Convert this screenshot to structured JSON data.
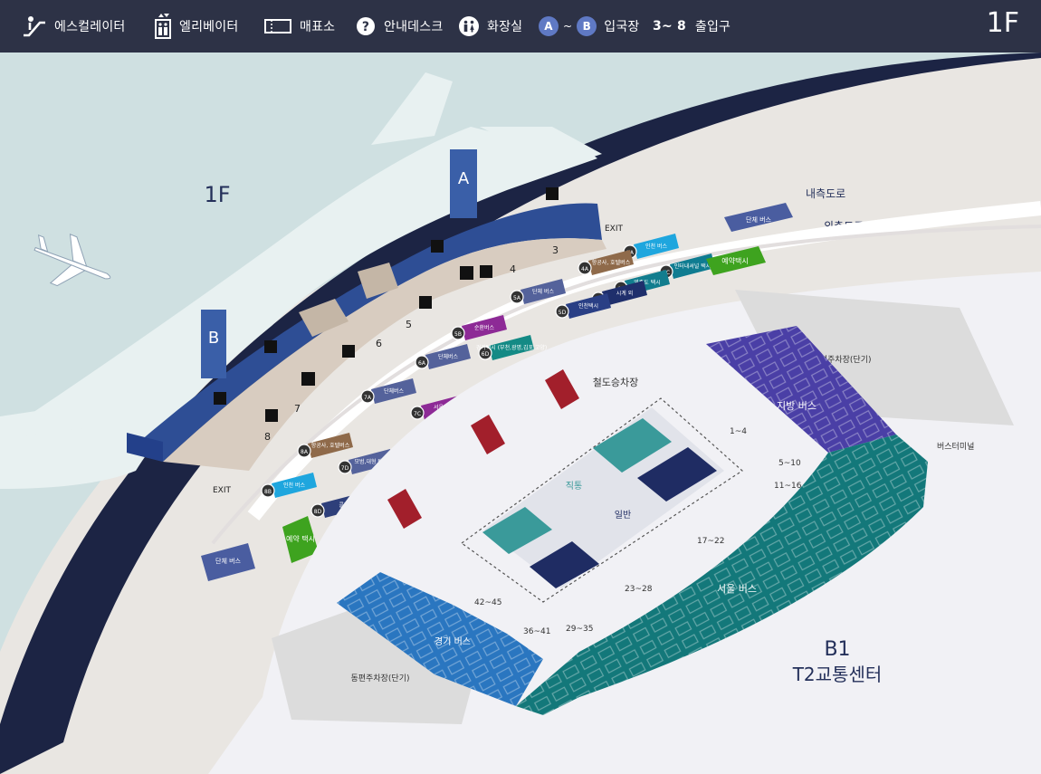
{
  "legend": {
    "escalator": "에스컬레이터",
    "elevator": "엘리베이터",
    "ticket_office": "매표소",
    "info_desk": "안내데스크",
    "restroom": "화장실",
    "gate_from": "A",
    "gate_tilde": "~",
    "gate_to": "B",
    "departure_gate": "입국장",
    "exit_range": "3~ 8",
    "exit_label": "출입구"
  },
  "floor_indicator": "1F",
  "map": {
    "floor_label": "1F",
    "gate_a": "A",
    "gate_b": "B",
    "inner_road": "내측도로",
    "outer_road": "외측도로",
    "exit_label": "EXIT",
    "exit_numbers": [
      "3",
      "4",
      "5",
      "6",
      "7",
      "8"
    ],
    "stops": [
      {
        "code": "3A",
        "name": "인천 버스",
        "color": "#1fa6de"
      },
      {
        "code": "3C",
        "name": "인터내셔널 택시",
        "color": "#0f7c91"
      },
      {
        "code": "4A",
        "name": "항공사, 호텔버스",
        "color": "#8f6a4a"
      },
      {
        "code": "4D",
        "name": "영종도 택시",
        "color": "#127d8e"
      },
      {
        "code": "5A",
        "name": "단체 버스",
        "color": "#54629b"
      },
      {
        "code": "5B",
        "name": "순환버스",
        "color": "#8d2a96"
      },
      {
        "code": "5C",
        "name": "시계 외",
        "color": "#1f2f6c"
      },
      {
        "code": "5D",
        "name": "인천택시",
        "color": "#2a3f85"
      },
      {
        "code": "6A",
        "name": "단체버스",
        "color": "#54629b"
      },
      {
        "code": "6D",
        "name": "경기택시 (부천,광명,김포,고양)",
        "color": "#148a85"
      },
      {
        "code": "7A",
        "name": "단체버스",
        "color": "#54629b"
      },
      {
        "code": "7C",
        "name": "서울택시",
        "color": "#8d2a96"
      },
      {
        "code": "7D",
        "name": "모범,대형 택시",
        "color": "#54629b"
      },
      {
        "code": "8A",
        "name": "항공사, 호텔버스",
        "color": "#8f6a4a"
      },
      {
        "code": "8B",
        "name": "인천 버스",
        "color": "#1fa6de"
      },
      {
        "code": "8D",
        "name": "콜밴",
        "color": "#2e3f7a"
      }
    ],
    "reservation_taxi": "예약택시",
    "reservation_taxi_lower": "예약 택시",
    "group_bus_outer": "단체 버스",
    "group_bus_lower": "단체 버스",
    "rail_station": "철도승차장",
    "direct_train": "직통",
    "normal_train": "일반",
    "west_parking": "서편주차장(단기)",
    "east_parking": "동편주차장(단기)",
    "bus_terminal": "버스터미널",
    "regional_bus": "지방 버스",
    "seoul_bus": "서울 버스",
    "gyeonggi_bus": "경기 버스",
    "bays": [
      "1~4",
      "5~10",
      "11~16",
      "17~22",
      "23~28",
      "29~35",
      "36~41",
      "42~45"
    ],
    "b1_label": "B1",
    "transport_center": "T2교통센터"
  }
}
